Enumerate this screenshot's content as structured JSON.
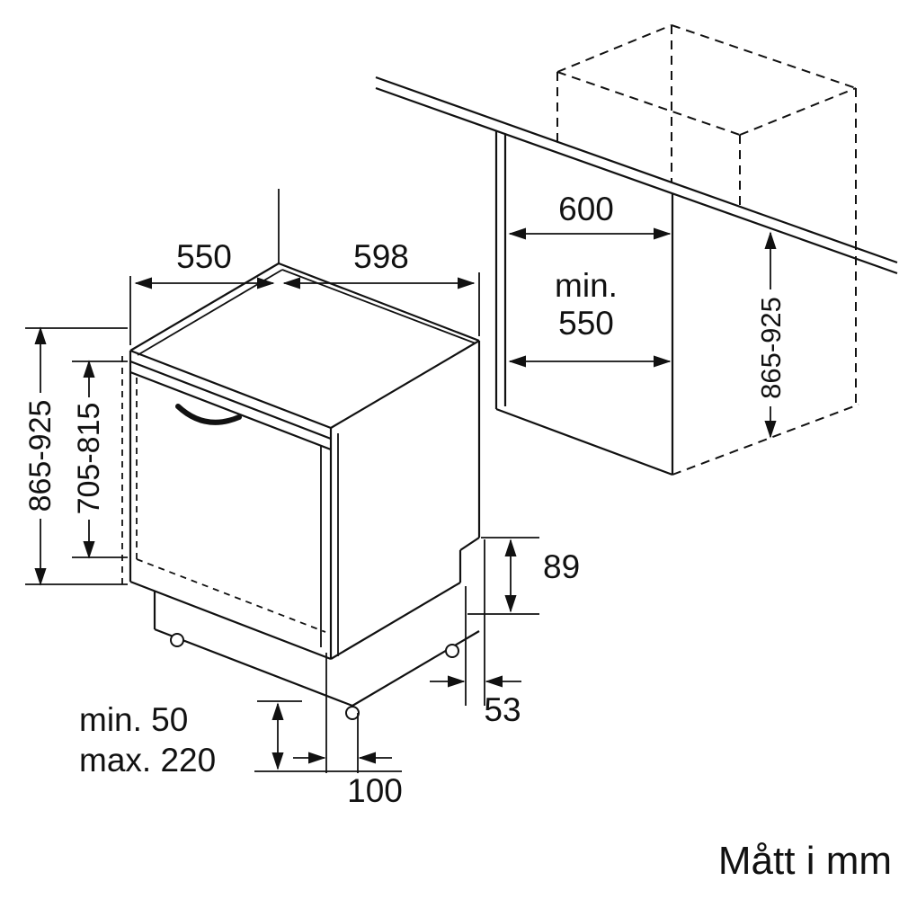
{
  "footer": {
    "units_note": "Mått i mm"
  },
  "dimensions": {
    "top_depth": "550",
    "top_width": "598",
    "overall_height": "865-925",
    "front_panel_height": "705-815",
    "plinth_recess_height": "89",
    "side_clearance": "53",
    "foot_inset": "100",
    "adjust_min": "min. 50",
    "adjust_max": "max. 220"
  },
  "niche": {
    "width": "600",
    "min_depth_line1": "min.",
    "min_depth_line2": "550",
    "height": "865-925"
  }
}
